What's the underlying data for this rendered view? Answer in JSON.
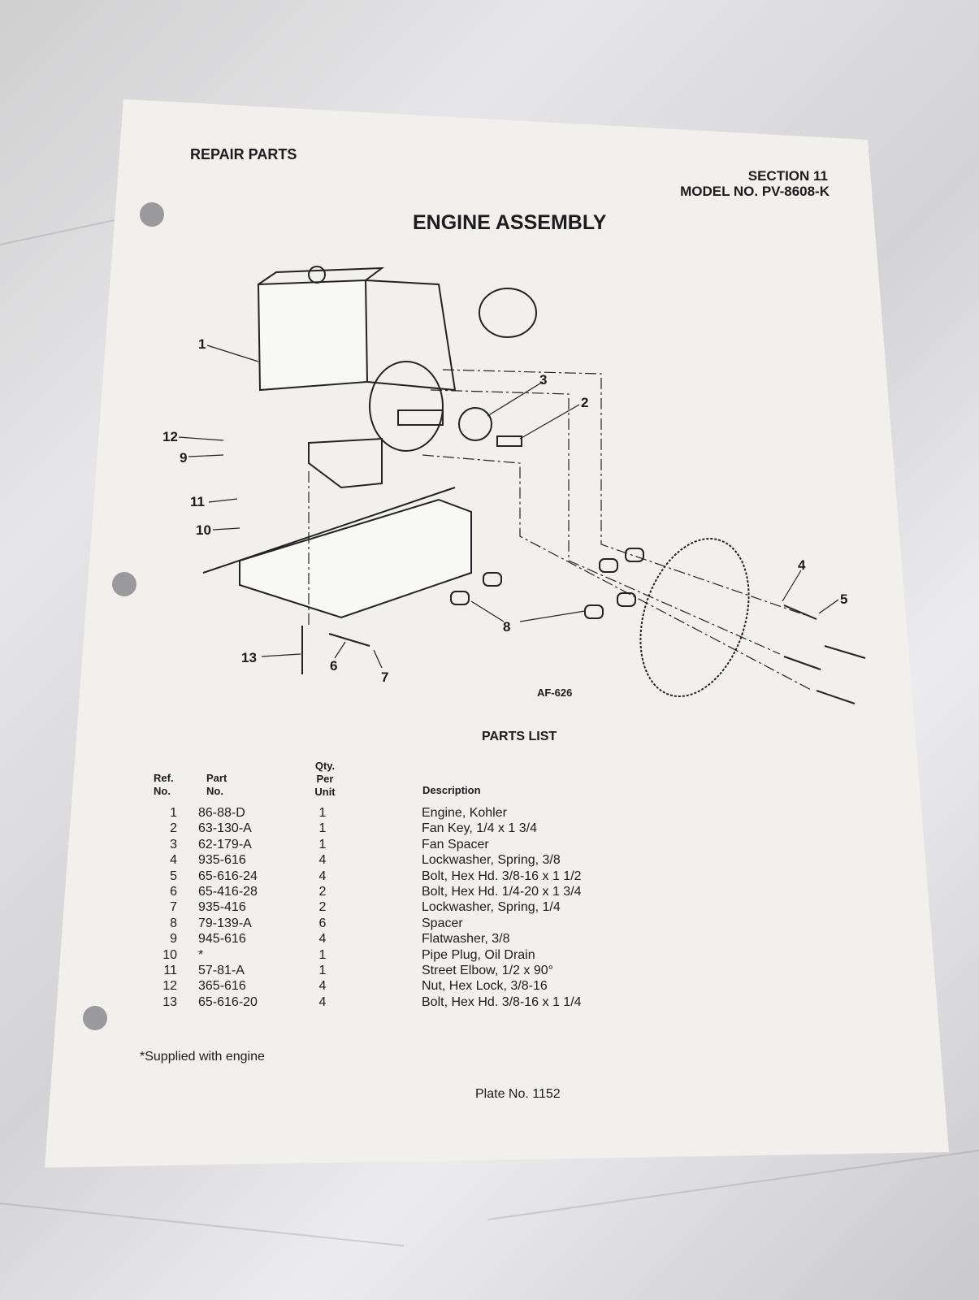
{
  "header": {
    "left": "REPAIR PARTS",
    "section": "SECTION 11",
    "model": "MODEL NO. PV-8608-K"
  },
  "title": "ENGINE ASSEMBLY",
  "diagram": {
    "code": "AF-626",
    "callouts": [
      "1",
      "2",
      "3",
      "4",
      "5",
      "6",
      "7",
      "8",
      "9",
      "10",
      "11",
      "12",
      "13"
    ]
  },
  "parts_list": {
    "title": "PARTS LIST",
    "headers": {
      "ref": "Ref. No.",
      "part": "Part No.",
      "qty": "Qty. Per Unit",
      "desc": "Description"
    },
    "rows": [
      {
        "ref": "1",
        "part": "86-88-D",
        "qty": "1",
        "desc": "Engine, Kohler"
      },
      {
        "ref": "2",
        "part": "63-130-A",
        "qty": "1",
        "desc": "Fan Key, 1/4 x 1 3/4"
      },
      {
        "ref": "3",
        "part": "62-179-A",
        "qty": "1",
        "desc": "Fan Spacer"
      },
      {
        "ref": "4",
        "part": "935-616",
        "qty": "4",
        "desc": "Lockwasher, Spring, 3/8"
      },
      {
        "ref": "5",
        "part": "65-616-24",
        "qty": "4",
        "desc": "Bolt, Hex Hd. 3/8-16 x 1 1/2"
      },
      {
        "ref": "6",
        "part": "65-416-28",
        "qty": "2",
        "desc": "Bolt, Hex Hd. 1/4-20 x 1 3/4"
      },
      {
        "ref": "7",
        "part": "935-416",
        "qty": "2",
        "desc": "Lockwasher, Spring, 1/4"
      },
      {
        "ref": "8",
        "part": "79-139-A",
        "qty": "6",
        "desc": "Spacer"
      },
      {
        "ref": "9",
        "part": "945-616",
        "qty": "4",
        "desc": "Flatwasher, 3/8"
      },
      {
        "ref": "10",
        "part": "*",
        "qty": "1",
        "desc": "Pipe Plug, Oil Drain"
      },
      {
        "ref": "11",
        "part": "57-81-A",
        "qty": "1",
        "desc": "Street Elbow, 1/2 x 90°"
      },
      {
        "ref": "12",
        "part": "365-616",
        "qty": "4",
        "desc": "Nut, Hex Lock, 3/8-16"
      },
      {
        "ref": "13",
        "part": "65-616-20",
        "qty": "4",
        "desc": "Bolt, Hex Hd. 3/8-16 x 1 1/4"
      }
    ]
  },
  "footnote": "*Supplied with engine",
  "plate": "Plate No. 1152"
}
